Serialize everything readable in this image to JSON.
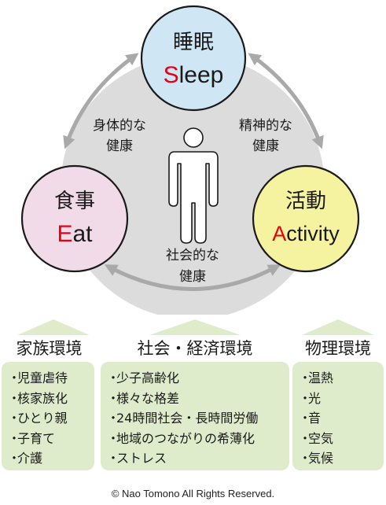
{
  "diagram": {
    "nodes": {
      "sleep": {
        "title": "睡眠",
        "initial": "S",
        "rest": "leep"
      },
      "eat": {
        "title": "食事",
        "initial": "E",
        "rest": "at"
      },
      "activity": {
        "title": "活動",
        "initial": "A",
        "rest": "ctivity"
      }
    },
    "labels": {
      "physical": {
        "line1": "身体的な",
        "line2": "健康"
      },
      "mental": {
        "line1": "精神的な",
        "line2": "健康"
      },
      "social": {
        "line1": "社会的な",
        "line2": "健康"
      }
    },
    "colors": {
      "sleep_fill": "#cfe6f5",
      "eat_fill": "#f2dbe9",
      "activity_fill": "#f5f2a0",
      "outline": "#1a1a1a",
      "accent_red": "#e60012",
      "arrow": "#a9a9a9",
      "background_circle": "#dcdcdc",
      "person": "#ffffff"
    }
  },
  "environments": [
    {
      "heading": "家族環境",
      "items": [
        "児童虐待",
        "核家族化",
        "ひとり親",
        "子育て",
        "介護"
      ]
    },
    {
      "heading": "社会・経済環境",
      "items": [
        "少子高齢化",
        "様々な格差",
        "24時間社会・長時間労働",
        "地域のつながりの希薄化",
        "ストレス"
      ]
    },
    {
      "heading": "物理環境",
      "items": [
        "温熱",
        "光",
        "音",
        "空気",
        "気候"
      ]
    }
  ],
  "bullet": "・",
  "box_color": "#dfeccb",
  "copyright": "© Nao Tomono All Rights Reserved."
}
